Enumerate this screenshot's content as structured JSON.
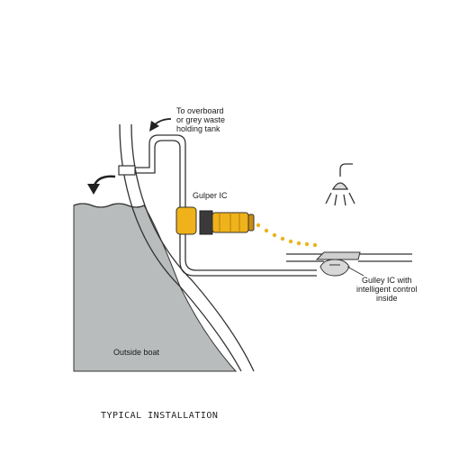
{
  "labels": {
    "to_overboard": [
      "To overboard",
      "or grey waste",
      "holding tank"
    ],
    "gulper": "Gulper IC",
    "gulley": [
      "Gulley IC with",
      "intelligent control",
      "inside"
    ],
    "outside": "Outside boat"
  },
  "caption": "TYPICAL INSTALLATION",
  "colors": {
    "water": "#b8bcbc",
    "pump_body": "#f0b21a",
    "pump_band": "#3a3a3a",
    "drip": "#e9b41e",
    "line": "#333333"
  },
  "icons": {
    "shower": "shower-head-icon",
    "arrow_out": "curved-arrow-icon"
  }
}
